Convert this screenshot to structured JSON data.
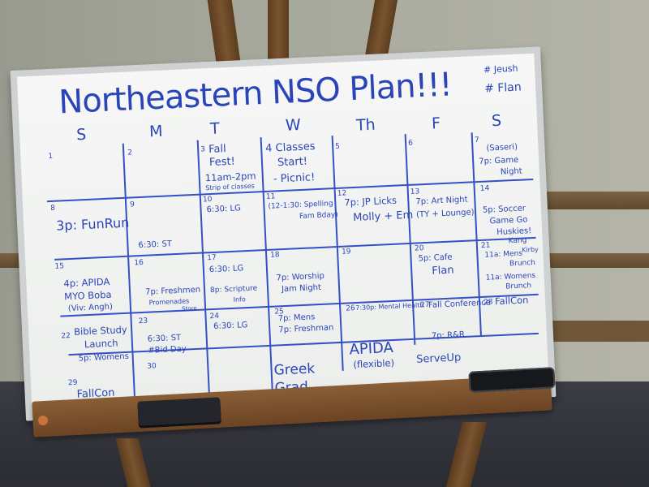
{
  "board": {
    "title": "Northeastern NSO Plan!!!",
    "tag_line1": "# Jeush",
    "tag_line2": "# Flan"
  },
  "days": [
    "S",
    "M",
    "T",
    "W",
    "Th",
    "F",
    "S"
  ],
  "events": {
    "d1": "1",
    "d2": "2",
    "d3": "3",
    "d3_fall": "Fall",
    "d3_fest": "Fest!",
    "d3_time": "11am-2pm",
    "d3_strips": "Strip of classes",
    "d4_4classes": "4 Classes",
    "d4_start": "Start!",
    "d4_picnic": "- Picnic!",
    "d5": "5",
    "d6": "6",
    "d7": "7",
    "d7_saseri": "(Saseri)",
    "d7_game": "7p: Game",
    "d7_night": "Night",
    "d8": "8",
    "d8_funrun": "3p: FunRun",
    "d9": "9",
    "d9_st": "6:30: ST",
    "d10": "10",
    "d10_lg": "6:30: LG",
    "d11": "11",
    "d11_ev": "(12-1:30: Spelling",
    "d11_ev2": "Fam Bday)",
    "d12": "12",
    "d12_jp": "7p: JP Licks",
    "d12_molly": "Molly + Em",
    "d13": "13",
    "d13_art": "7p: Art Night",
    "d13_ty": "(TY + Lounge)",
    "d14": "14",
    "d14_soccer": "5p: Soccer",
    "d14_game": "Game Go",
    "d14_huskies": "Huskies!",
    "d15": "15",
    "d15_apida": "4p: APIDA",
    "d15_boba": "MYO Boba",
    "d15_viv": "(Viv: Angh)",
    "d16": "16",
    "d16_fresh": "7p: Freshmen",
    "d16_prom": "Promenades",
    "d16_store": "Store",
    "d17": "17",
    "d17_lg": "6:30: LG",
    "d17_sp": "8p: Scripture",
    "d17_info": "Info",
    "d18": "18",
    "d18_worship": "7p: Worship",
    "d18_jam": "Jam Night",
    "d19": "19",
    "d20": "20",
    "d20_cafe": "5p: Cafe",
    "d20_flan": "Flan",
    "d21": "21",
    "d21_mens": "11a: Mens",
    "d21_brunch": "Brunch",
    "d21_womens": "11a: Womens",
    "d21_brunch2": "Brunch",
    "d21_tag": "Kang",
    "d21_tag2": "Kirby",
    "d22": "22",
    "d22_bible": "Bible Study",
    "d22_launch": "Launch",
    "d22_womens": "5p: Womens",
    "d23": "23",
    "d23_st": "6:30: ST",
    "d23_bid": "#Bid Day",
    "d24": "24",
    "d24_lg": "6:30: LG",
    "d25": "25",
    "d25_mens": "7p: Mens",
    "d25_fresh": "7p: Freshman",
    "d26": "26",
    "d26_mental": "7:30p: Mental Health",
    "d27": "27",
    "d27_fall": "Fall Conference",
    "d28": "28",
    "d28_fall": "FallCon",
    "d27_rr": "7p: R&R",
    "d29": "29",
    "d29_fall": "FallCon",
    "d30": "30",
    "greek": "Greek",
    "grad": "Grad",
    "apida": "APIDA",
    "flexible": "(flexible)",
    "serveup": "ServeUp"
  }
}
